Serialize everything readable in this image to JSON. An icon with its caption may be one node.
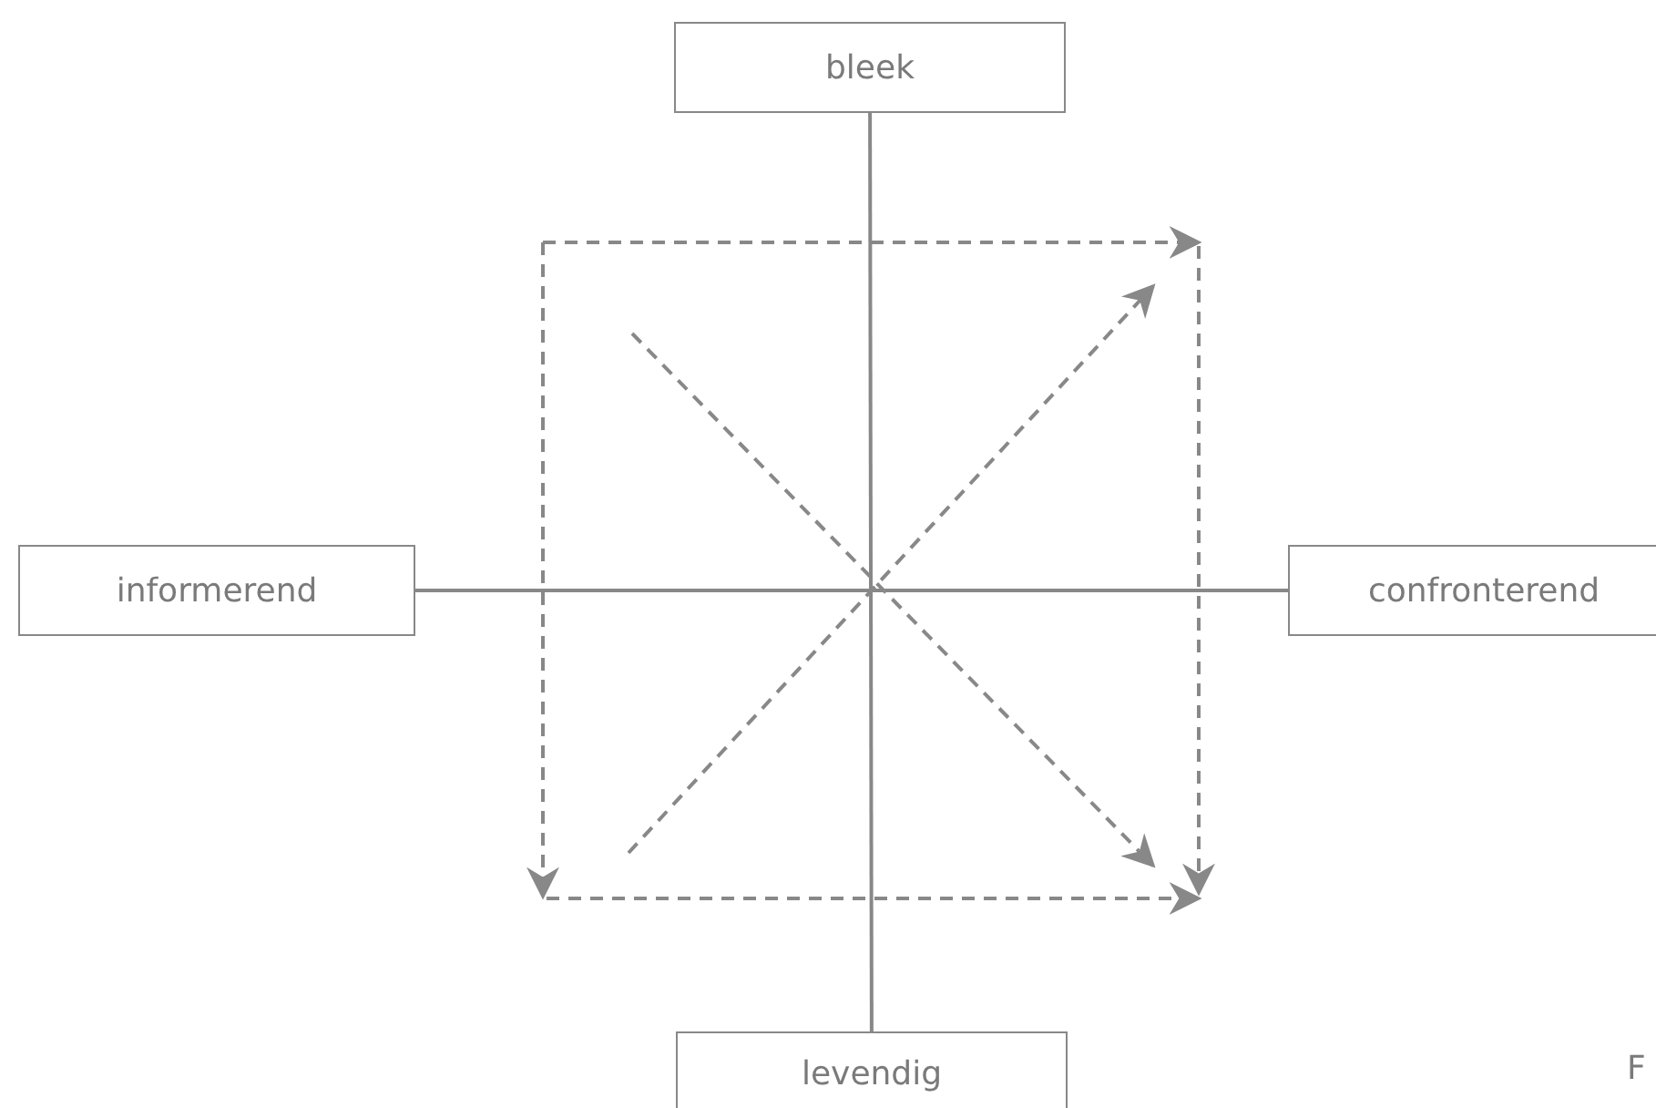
{
  "diagram": {
    "nodes": [
      {
        "text": [
          "bleek"
        ]
      },
      {
        "text": [
          "informerend"
        ]
      },
      {
        "text": [
          "confronterend"
        ]
      },
      {
        "text": [
          "levendig"
        ]
      }
    ],
    "edges": [
      {
        "from": 0,
        "to": 3,
        "arrow": "none"
      },
      {
        "from": 1,
        "to": 2,
        "arrow": "none"
      }
    ],
    "labels": [
      "F"
    ]
  }
}
